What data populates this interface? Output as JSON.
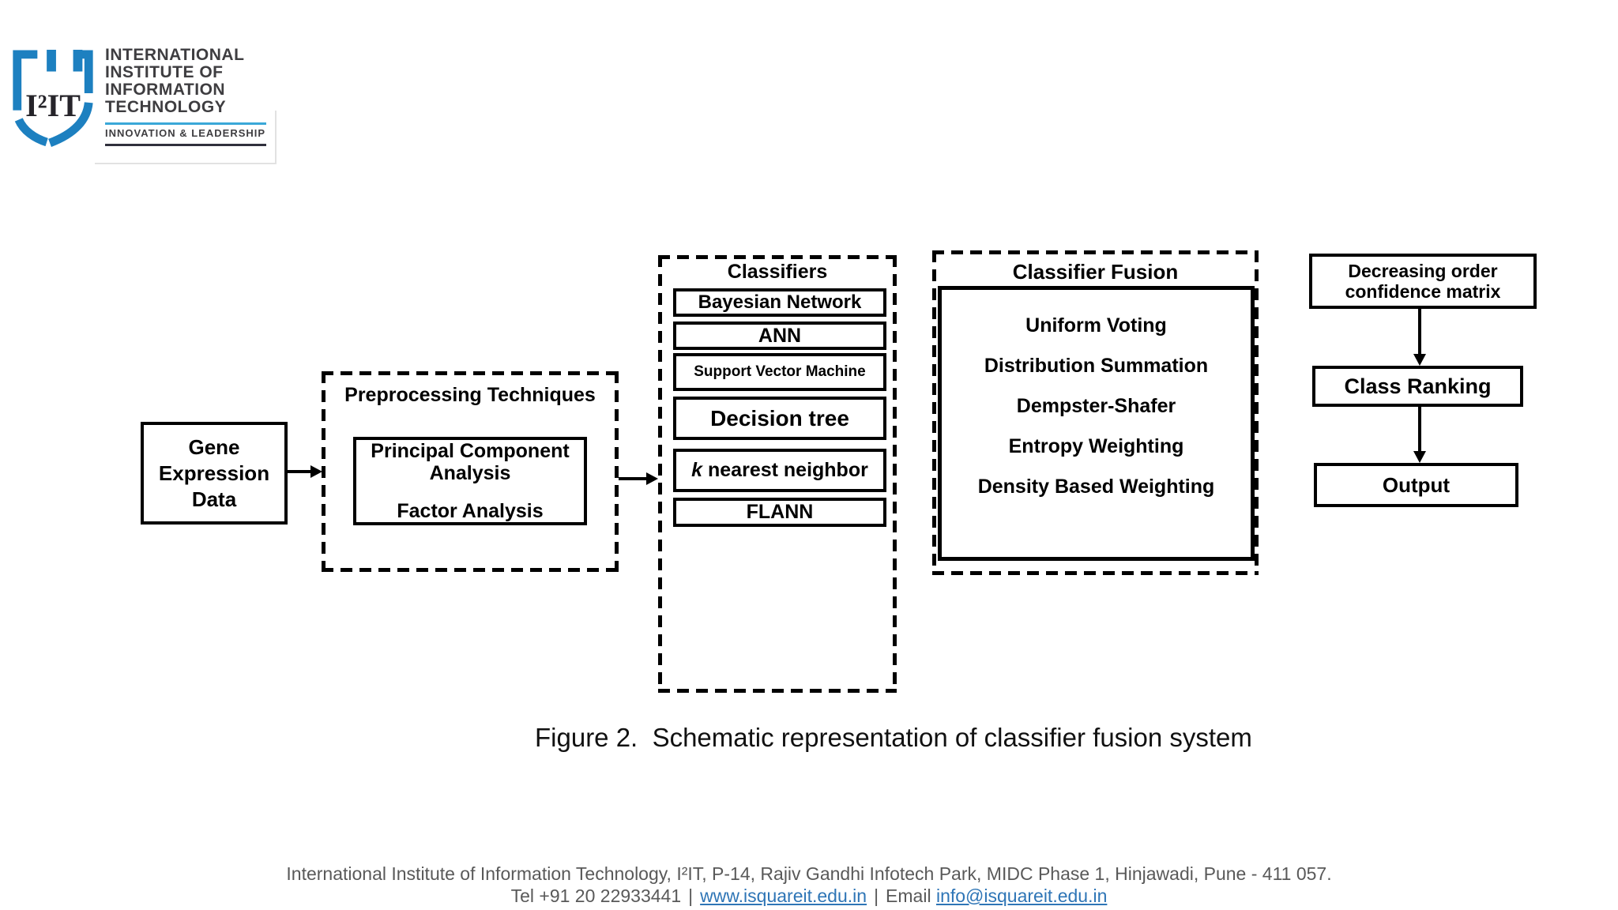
{
  "logo": {
    "acronym": "I²IT",
    "name_lines": [
      "INTERNATIONAL",
      "INSTITUTE OF",
      "INFORMATION",
      "TECHNOLOGY"
    ],
    "tagline": "INNOVATION & LEADERSHIP",
    "colors": {
      "shield_blue": "#1d80c0",
      "text": "#3e3d40",
      "teal_rule": "#3aa8d8",
      "dark_rule": "#30303c"
    }
  },
  "diagram": {
    "gene_box": {
      "lines": [
        "Gene",
        "Expression",
        "Data"
      ]
    },
    "preprocessing": {
      "title": "Preprocessing Techniques",
      "pca_line1": "Principal Component",
      "pca_line2": "Analysis",
      "factor": "Factor Analysis"
    },
    "classifiers": {
      "title": "Classifiers",
      "bayesian": "Bayesian Network",
      "ann": "ANN",
      "svm": "Support Vector Machine",
      "decision_tree": "Decision tree",
      "knn_k": "k",
      "knn_rest": " nearest neighbor",
      "flann": "FLANN"
    },
    "fusion": {
      "title": "Classifier Fusion",
      "items": [
        "Uniform Voting",
        "Distribution Summation",
        "Dempster-Shafer",
        "Entropy Weighting",
        "Density Based Weighting"
      ]
    },
    "results": {
      "confidence_line1": "Decreasing order",
      "confidence_line2": "confidence matrix",
      "class_ranking": "Class Ranking",
      "output": "Output"
    }
  },
  "caption": "Figure 2.  Schematic representation of classifier fusion system",
  "footer": {
    "address": "International Institute of Information Technology, I²IT, P-14, Rajiv Gandhi Infotech Park, MIDC Phase 1, Hinjawadi, Pune - 411 057.",
    "tel": "Tel +91 20 22933441",
    "separator": "|",
    "website": "www.isquareit.edu.in",
    "email_label": "Email",
    "email": "info@isquareit.edu.in",
    "colors": {
      "text": "#595959",
      "link": "#2e75b6"
    }
  }
}
